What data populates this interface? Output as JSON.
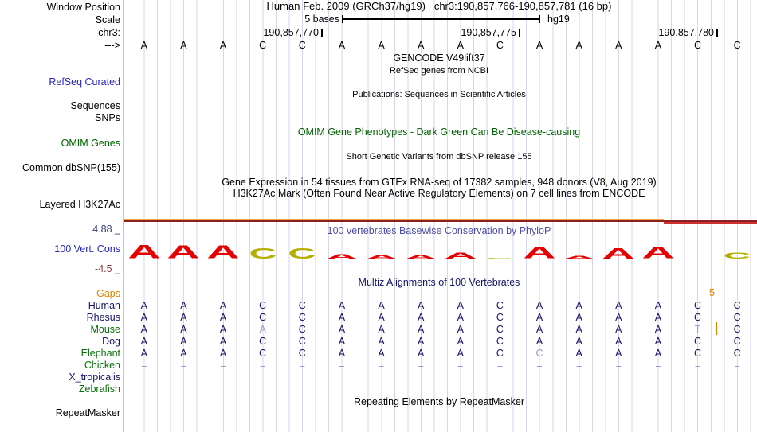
{
  "header": {
    "title": "Human Feb. 2009 (GRCh37/hg19)   chr3:190,857,766-190,857,781 (16 bp)",
    "scale_label": "5 bases",
    "assembly": "hg19",
    "ruler_tick_labels": [
      "190,857,770",
      "190,857,775",
      "190,857,780"
    ],
    "ruler_bases": "AAACCAAAACAAAACC"
  },
  "left_labels": {
    "window_position": "Window Position",
    "scale": "Scale",
    "chrom": "chr3:",
    "strand": "--->",
    "refseq_curated": "RefSeq Curated",
    "sequences": "Sequences",
    "snps": "SNPs",
    "omim_genes": "OMIM Genes",
    "common_dbsnp": "Common dbSNP(155)",
    "layered_h3k27ac": "Layered H3K27Ac",
    "repeatmasker": "RepeatMasker"
  },
  "messages": {
    "gencode": "GENCODE V49lift37",
    "refseq_ncbi": "RefSeq genes from NCBI",
    "publications": "Publications: Sequences in Scientific Articles",
    "omim": "OMIM Gene Phenotypes - Dark Green Can Be Disease-causing",
    "dbsnp": "Short Genetic Variants from dbSNP release 155",
    "gtex": "Gene Expression in 54 tissues from GTEx RNA-seq of 17382 samples, 948 donors (V8, Aug 2019)",
    "h3k27ac": "H3K27Ac Mark (Often Found Near Active Regulatory Elements) on 7 cell lines from ENCODE",
    "repeatmasker": "Repeating Elements by RepeatMasker"
  },
  "conservation": {
    "title": "100 vertebrates Basewise Conservation by PhyloP",
    "track_label": "100 Vert. Cons",
    "max_label": "4.88 _",
    "min_label": "-4.5 _",
    "letters": [
      {
        "ch": "A",
        "h": 17
      },
      {
        "ch": "A",
        "h": 16
      },
      {
        "ch": "A",
        "h": 16
      },
      {
        "ch": "C",
        "h": 13
      },
      {
        "ch": "C",
        "h": 13
      },
      {
        "ch": "A",
        "h": 6
      },
      {
        "ch": "A",
        "h": 5
      },
      {
        "ch": "A",
        "h": 5
      },
      {
        "ch": "A",
        "h": 8
      },
      {
        "ch": "C",
        "h": 2
      },
      {
        "ch": "A",
        "h": 15
      },
      {
        "ch": "A",
        "h": 4
      },
      {
        "ch": "A",
        "h": 13
      },
      {
        "ch": "A",
        "h": 15
      },
      {
        "ch": "C",
        "h": 0
      },
      {
        "ch": "C",
        "h": 8
      }
    ]
  },
  "multiz": {
    "title": "Multiz Alignments of 100 Vertebrates",
    "gaps_label": "Gaps",
    "gap_count": "5",
    "rows": [
      {
        "name": "Human",
        "name_color": "#14146a",
        "cells": "AAACCAAAACAAAACC",
        "muted": []
      },
      {
        "name": "Rhesus",
        "name_color": "#14146a",
        "cells": "AAACCAAAACAAAACC",
        "muted": []
      },
      {
        "name": "Mouse",
        "name_color": "#077007",
        "cells": "AAAACAAAACAAAATC",
        "muted": [
          3,
          14
        ]
      },
      {
        "name": "Dog",
        "name_color": "#14146a",
        "cells": "AAACCAAAACAAAACC",
        "muted": []
      },
      {
        "name": "Elephant",
        "name_color": "#077007",
        "cells": "AAACCAAAACCAAACC",
        "muted": [
          10
        ]
      },
      {
        "name": "Chicken",
        "name_color": "#077007",
        "cells": "================",
        "muted": []
      },
      {
        "name": "X_tropicalis",
        "name_color": "#14146a",
        "cells": "",
        "muted": []
      },
      {
        "name": "Zebrafish",
        "name_color": "#077007",
        "cells": "",
        "muted": []
      }
    ]
  },
  "colors": {
    "align_letter": "#14146a",
    "align_muted": "#9c9cc4",
    "align_equals": "#8e8ed2",
    "logo_A": "#e60000",
    "logo_C": "#b4ae00",
    "gap_orange": "#e08000",
    "track_label_blue": "#2626b8",
    "cons_title_blue": "#4d4da8",
    "multiz_title_navy": "#14146a",
    "omim_green": "#006400",
    "cons_max_color": "#3a3a7a",
    "cons_min_color": "#8b3a3a",
    "h3k27ac_orange": "#f4a83c",
    "h3k27ac_maroon": "#8b2020",
    "h3k27ac_red": "#d03030",
    "border_pink": "#f7b6b6"
  }
}
